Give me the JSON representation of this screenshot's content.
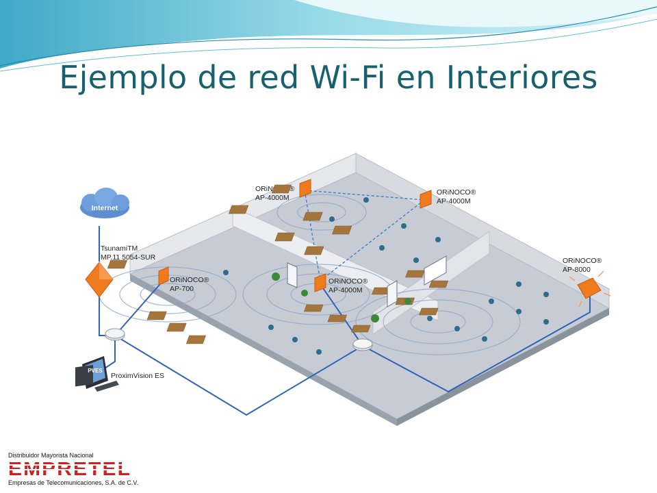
{
  "slide": {
    "title": "Ejemplo de red Wi-Fi en Interiores"
  },
  "diagram": {
    "cloud_label": "Internet",
    "bridge_label_1": "TsunamiTM",
    "bridge_label_2": "MP.11 5054-SUR",
    "pc_screen_label": "PVES",
    "pc_label": "ProximVision ES",
    "ap1_brand": "ORiNOCO®",
    "ap1_model": "AP-4000M",
    "ap2_brand": "ORiNOCO®",
    "ap2_model": "AP-4000M",
    "ap3_brand": "ORiNOCO®",
    "ap3_model": "AP-700",
    "ap4_brand": "ORiNOCO®",
    "ap4_model": "AP-4000M",
    "ap5_brand": "ORiNOCO®",
    "ap5_model": "AP-8000"
  },
  "footer": {
    "tagline": "Distribuidor Mayorista Nacional",
    "logo_text": "EMPRETEL",
    "company": "Empresas de Telecomunicaciones, S.A. de C.V."
  },
  "colors": {
    "title": "#17606e",
    "link": "#2e63b8",
    "ap": "#f07a1e",
    "logo": "#d41e1e"
  }
}
